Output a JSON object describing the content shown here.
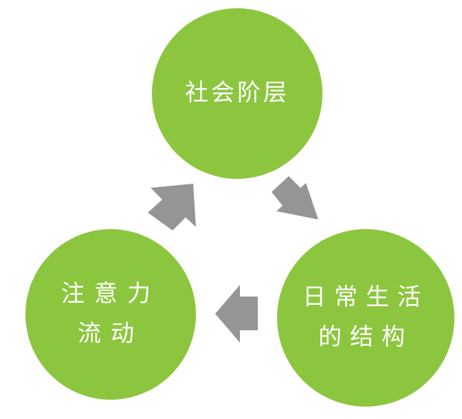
{
  "colors": {
    "node_fill": "#8CC63F",
    "arrow_fill": "#959595",
    "text": "#FFFFFF"
  },
  "nodes": {
    "top": {
      "line1": "社会阶层"
    },
    "left": {
      "line1": "注意力",
      "line2": "流动"
    },
    "right": {
      "line1": "日常生活",
      "line2": "的结构"
    }
  },
  "arrows": [
    {
      "from": "top",
      "to": "right",
      "icon": "arrow-right-down-icon"
    },
    {
      "from": "right",
      "to": "left",
      "icon": "arrow-left-icon"
    },
    {
      "from": "left",
      "to": "top",
      "icon": "arrow-up-right-icon"
    }
  ]
}
